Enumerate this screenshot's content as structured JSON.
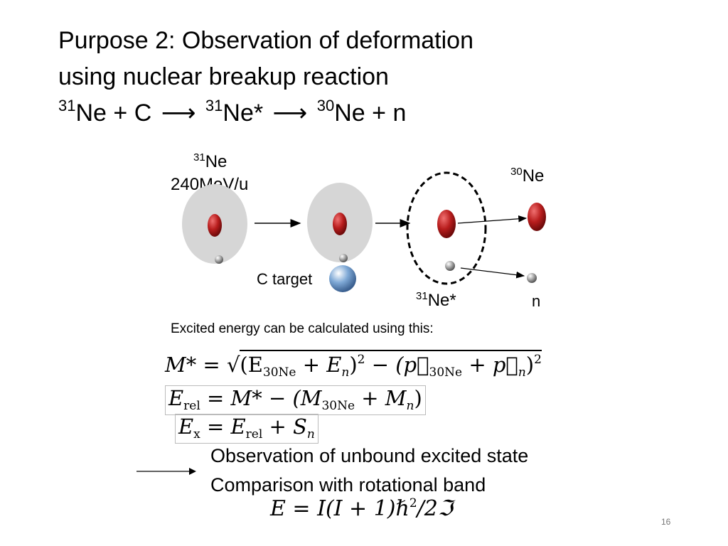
{
  "title": {
    "line1": "Purpose 2: Observation of deformation",
    "line2": "using nuclear breakup reaction",
    "reaction": {
      "sup1": "31",
      "t1": "Ne + C",
      "arrow1": "⟶",
      "sup2": "31",
      "t2": "Ne*",
      "arrow2": "⟶",
      "sup3": "30",
      "t3": "Ne + n"
    }
  },
  "diagram": {
    "projectile_mass": "31",
    "projectile_symbol": "Ne",
    "beam_energy": "240MeV/u",
    "target_label": "C target",
    "excited_mass": "31",
    "excited_symbol": "Ne*",
    "fragment_mass": "30",
    "fragment_symbol": "Ne",
    "neutron_label": "n",
    "colors": {
      "halo": "#d6d6d6",
      "core": "#b81d1d",
      "neutron": "#9a9a9a",
      "target": "#7fa9d6"
    }
  },
  "caption": "Excited energy can be calculated using this:",
  "equations": {
    "eq1": {
      "lhs": "M*",
      "eq": " = √",
      "lp": "(E",
      "sub_a": "30Ne",
      "plus1": " + E",
      "sub_n": "n",
      "rp": ")",
      "sq": "2",
      "minus": " − (p⃗",
      "sub_b": "30Ne",
      "plus2": " + p⃗",
      "sub_n2": "n",
      "rp2": ")",
      "sq2": "2"
    },
    "eq2": {
      "lhs": "E",
      "lhs_sub": "rel",
      "eq": " = M* − (M",
      "sub_a": "30Ne",
      "plus": " + M",
      "sub_n": "n",
      "rp": ")"
    },
    "eq3": {
      "lhs": "E",
      "lhs_sub": "x",
      "eq": " = E",
      "sub_r": "rel",
      "plus": " + S",
      "sub_n": "n"
    },
    "eq4": {
      "text": "E = I(I + 1)ℏ",
      "sup": "2",
      "tail": "/2ℑ"
    }
  },
  "conclusion": {
    "line1": "Observation of unbound excited state",
    "line2": "Comparison with rotational band"
  },
  "page_number": "16"
}
